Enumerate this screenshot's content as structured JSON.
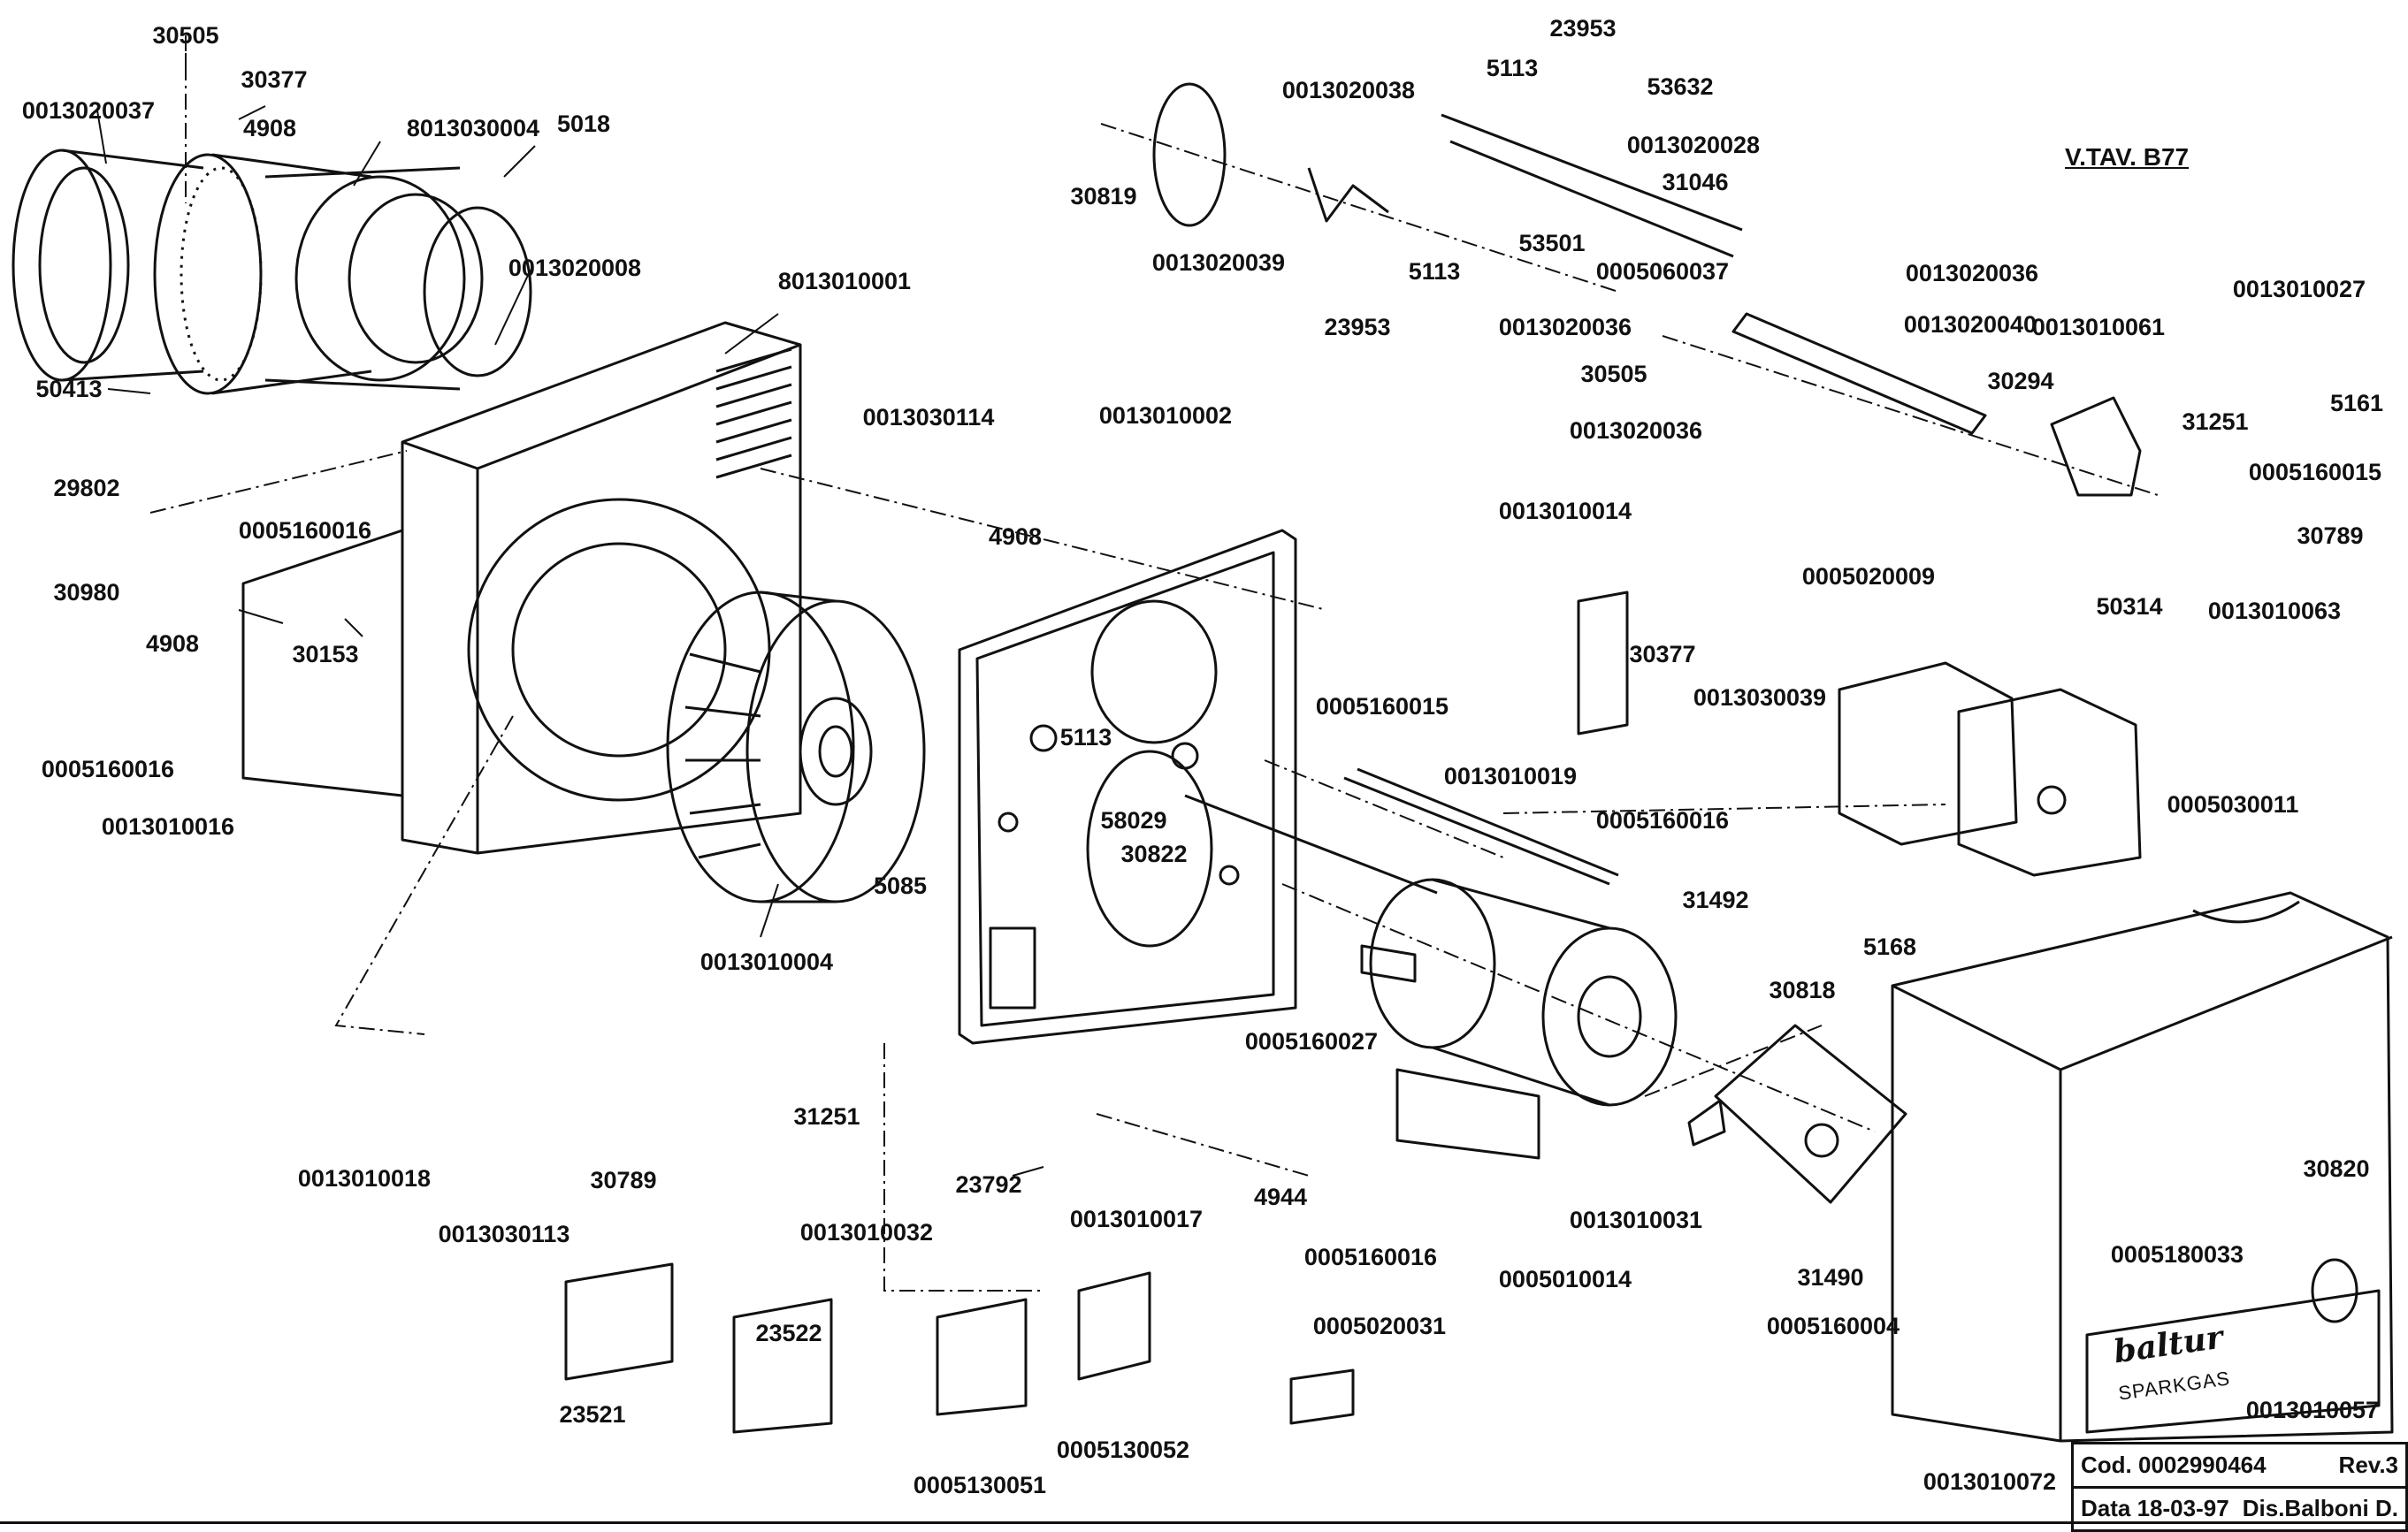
{
  "parts": [
    {
      "id": "p1",
      "text": "30505"
    },
    {
      "id": "p2",
      "text": "30377"
    },
    {
      "id": "p3",
      "text": "0013020037"
    },
    {
      "id": "p4",
      "text": "4908"
    },
    {
      "id": "p5",
      "text": "8013030004"
    },
    {
      "id": "p6",
      "text": "5018"
    },
    {
      "id": "p7",
      "text": "0013020008"
    },
    {
      "id": "p8",
      "text": "8013010001"
    },
    {
      "id": "p9",
      "text": "50413"
    },
    {
      "id": "p10",
      "text": "29802"
    },
    {
      "id": "p11",
      "text": "0005160016"
    },
    {
      "id": "p12",
      "text": "30980"
    },
    {
      "id": "p13",
      "text": "4908"
    },
    {
      "id": "p14",
      "text": "30153"
    },
    {
      "id": "p15",
      "text": "0005160016"
    },
    {
      "id": "p16",
      "text": "0013010016"
    },
    {
      "id": "p17",
      "text": "0013030114"
    },
    {
      "id": "p18",
      "text": "4908"
    },
    {
      "id": "p19",
      "text": "0013010002"
    },
    {
      "id": "p20",
      "text": "5113"
    },
    {
      "id": "p21",
      "text": "58029"
    },
    {
      "id": "p22",
      "text": "30822"
    },
    {
      "id": "p23",
      "text": "5085"
    },
    {
      "id": "p24",
      "text": "0013010004"
    },
    {
      "id": "p25",
      "text": "0013010018"
    },
    {
      "id": "p26",
      "text": "30789"
    },
    {
      "id": "p27",
      "text": "0013030113"
    },
    {
      "id": "p28",
      "text": "23521"
    },
    {
      "id": "p29",
      "text": "23522"
    },
    {
      "id": "p30",
      "text": "31251"
    },
    {
      "id": "p31",
      "text": "23792"
    },
    {
      "id": "p32",
      "text": "0013010032"
    },
    {
      "id": "p33",
      "text": "0005130051"
    },
    {
      "id": "p34",
      "text": "0005130052"
    },
    {
      "id": "p35",
      "text": "0013010017"
    },
    {
      "id": "p36",
      "text": "0005160027"
    },
    {
      "id": "p37",
      "text": "4944"
    },
    {
      "id": "p38",
      "text": "0005160016"
    },
    {
      "id": "p39",
      "text": "0005020031"
    },
    {
      "id": "p40",
      "text": "0005160015"
    },
    {
      "id": "p41",
      "text": "0013010019"
    },
    {
      "id": "p42",
      "text": "0005010014"
    },
    {
      "id": "p43",
      "text": "31492"
    },
    {
      "id": "p44",
      "text": "30818"
    },
    {
      "id": "p45",
      "text": "0013010031"
    },
    {
      "id": "p46",
      "text": "31490"
    },
    {
      "id": "p47",
      "text": "0005160004"
    },
    {
      "id": "p48",
      "text": "0013010014"
    },
    {
      "id": "p49",
      "text": "30377"
    },
    {
      "id": "p50",
      "text": "0013030039"
    },
    {
      "id": "p51",
      "text": "0005160016"
    },
    {
      "id": "p52",
      "text": "0005020009"
    },
    {
      "id": "p53",
      "text": "0005030011"
    },
    {
      "id": "p54",
      "text": "5168"
    },
    {
      "id": "p55",
      "text": "30820"
    },
    {
      "id": "p56",
      "text": "0005180033"
    },
    {
      "id": "p57",
      "text": "0013010057"
    },
    {
      "id": "p58",
      "text": "0013010072"
    },
    {
      "id": "p59",
      "text": "23953"
    },
    {
      "id": "p60",
      "text": "5113"
    },
    {
      "id": "p61",
      "text": "53632"
    },
    {
      "id": "p62",
      "text": "0013020038"
    },
    {
      "id": "p63",
      "text": "30819"
    },
    {
      "id": "p64",
      "text": "0013020028"
    },
    {
      "id": "p65",
      "text": "31046"
    },
    {
      "id": "p66",
      "text": "0013020039"
    },
    {
      "id": "p67",
      "text": "5113"
    },
    {
      "id": "p68",
      "text": "53501"
    },
    {
      "id": "p69",
      "text": "0005060037"
    },
    {
      "id": "p70",
      "text": "23953"
    },
    {
      "id": "p71",
      "text": "0013020036"
    },
    {
      "id": "p72",
      "text": "0013020036"
    },
    {
      "id": "p73",
      "text": "30505"
    },
    {
      "id": "p74",
      "text": "0013020040"
    },
    {
      "id": "p75",
      "text": "0013020036"
    },
    {
      "id": "p76",
      "text": "30294"
    },
    {
      "id": "p77",
      "text": "0013010061"
    },
    {
      "id": "p78",
      "text": "0013010027"
    },
    {
      "id": "p79",
      "text": "5161"
    },
    {
      "id": "p80",
      "text": "31251"
    },
    {
      "id": "p81",
      "text": "0005160015"
    },
    {
      "id": "p82",
      "text": "30789"
    },
    {
      "id": "p83",
      "text": "50314"
    },
    {
      "id": "p84",
      "text": "0013010063"
    }
  ],
  "reference": "V.TAV. B77",
  "brand": {
    "name": "baltur",
    "model": "SPARKGAS"
  },
  "title_block": {
    "code": "Cod. 0002990464",
    "revision": "Rev.3",
    "date": "Data 18-03-97",
    "drawn_by": "Dis.Balboni D."
  }
}
